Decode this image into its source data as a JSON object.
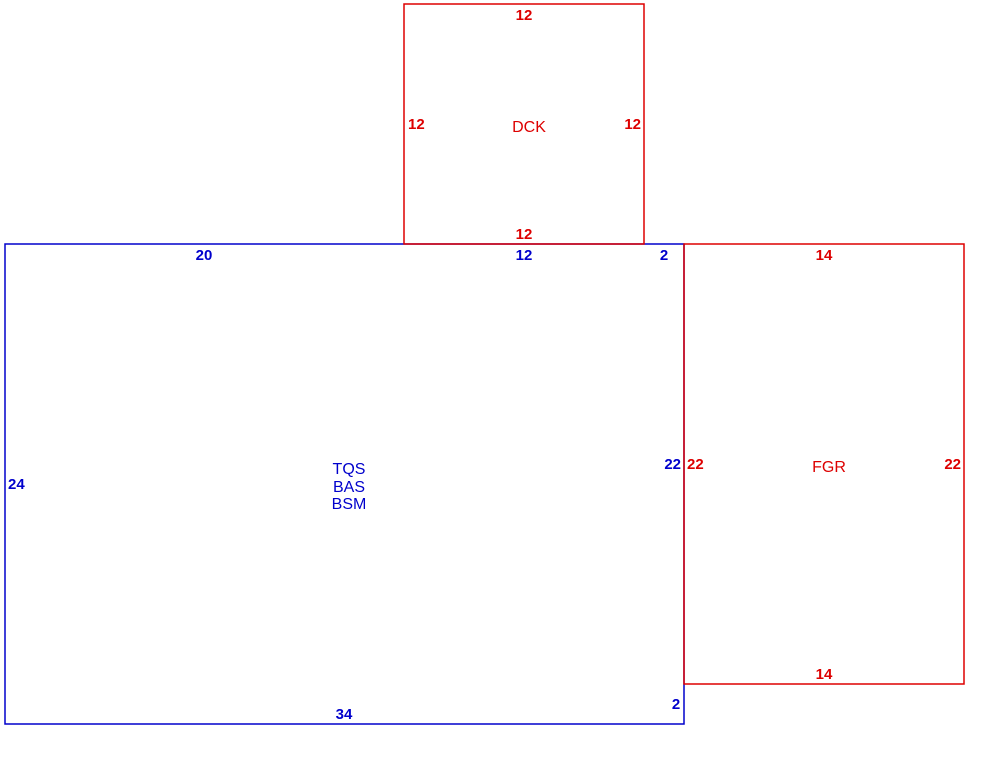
{
  "colors": {
    "main_structure": "#0000cc",
    "attached_areas": "#dd0000",
    "background": "#ffffff"
  },
  "main_structure": {
    "codes": [
      "TQS",
      "BAS",
      "BSM"
    ],
    "dims": {
      "top_left": "20",
      "top_mid": "12",
      "top_right": "2",
      "left": "24",
      "right": "22",
      "bottom": "34",
      "bottom_right": "2"
    }
  },
  "deck": {
    "code": "DCK",
    "dims": {
      "top": "12",
      "left": "12",
      "right": "12",
      "bottom": "12"
    }
  },
  "garage": {
    "code": "FGR",
    "dims": {
      "top": "14",
      "left": "22",
      "right": "22",
      "bottom": "14"
    }
  }
}
